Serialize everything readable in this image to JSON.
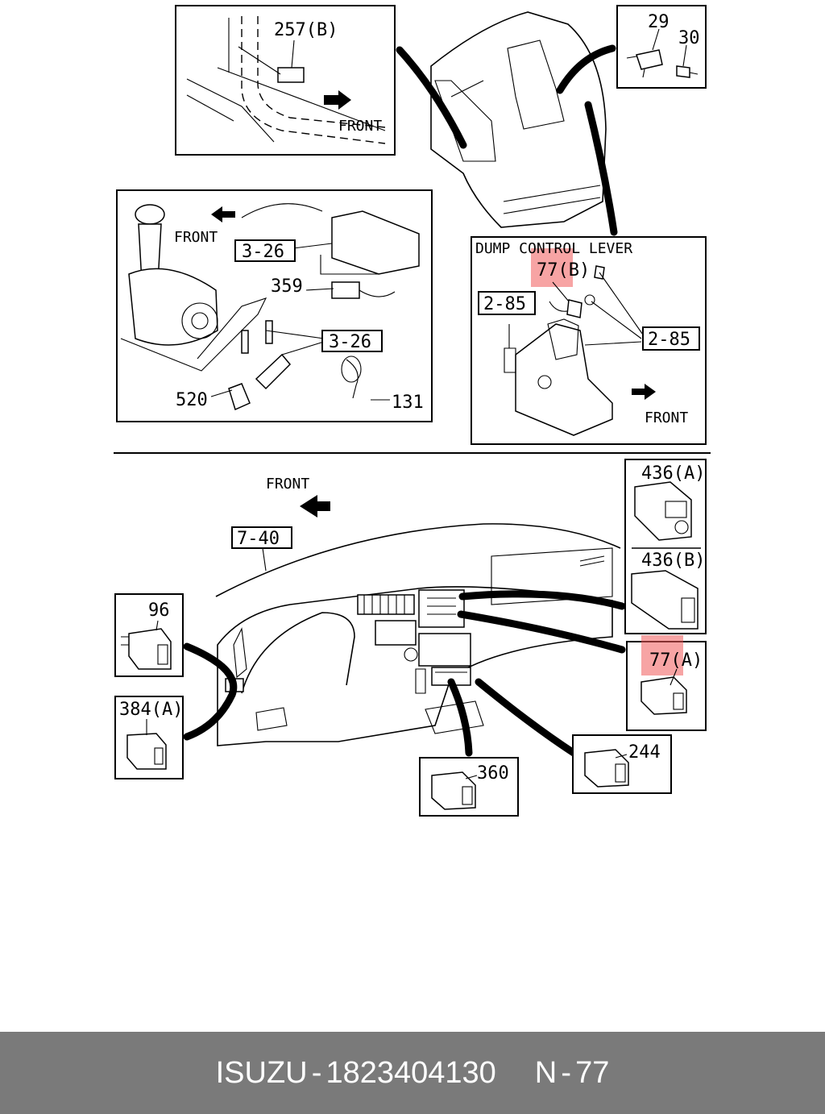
{
  "labels": {
    "p257b": "257(B)",
    "front_a": "FRONT",
    "p29": "29",
    "p30": "30",
    "front_b": "FRONT",
    "ref326a": "3-26",
    "p359": "359",
    "ref326b": "3-26",
    "p520": "520",
    "p131": "131",
    "dump_title": "DUMP CONTROL LEVER",
    "p77b": "77(B)",
    "ref285a": "2-85",
    "ref285b": "2-85",
    "front_c": "FRONT",
    "front_d": "FRONT",
    "ref740": "7-40",
    "p436a": "436(A)",
    "p436b": "436(B)",
    "p96": "96",
    "p384a": "384(A)",
    "p77a": "77(A)",
    "p244": "244",
    "p360": "360"
  },
  "footer": {
    "brand": "ISUZU",
    "sep1": "-",
    "part_number": "1823404130",
    "section": "N",
    "sep2": "-",
    "page": "77"
  },
  "colors": {
    "highlight": "#f05a5a",
    "footer_bg": "#7a7a7a"
  }
}
